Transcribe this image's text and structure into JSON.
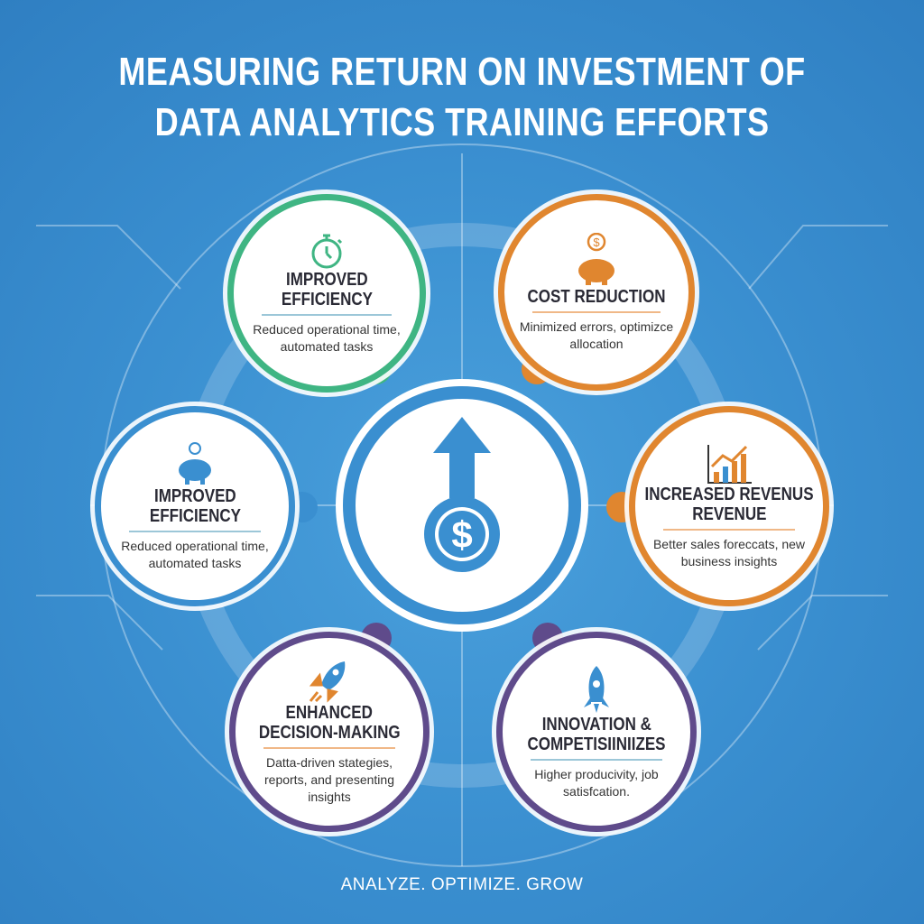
{
  "title_line1": "MEASURING RETURN ON INVESTMENT OF",
  "title_line2": "DATA ANALYTICS TRAINING EFFORTS",
  "colors": {
    "background": "#3a8fd0",
    "green": "#3fb583",
    "orange": "#e0862f",
    "blue": "#3a8fd0",
    "purple": "#5f4b8b"
  },
  "nodes": [
    {
      "icon": "stopwatch-icon",
      "heading1": "IMPROVED",
      "heading2": "EFFICIENCY",
      "desc": "Reduced operational time, automated tasks"
    },
    {
      "icon": "piggy-bank-coin-icon",
      "heading1": "COST REDUCTION",
      "heading2": "",
      "desc": "Minimized errors, optimizce allocation"
    },
    {
      "icon": "piggy-bank-icon",
      "heading1": "IMPROVED",
      "heading2": "EFFICIENCY",
      "desc": "Reduced operational time, automated tasks"
    },
    {
      "icon": "bar-chart-growth-icon",
      "heading1": "INCREASED REVENUS",
      "heading2": "REVENUE",
      "desc": "Better sales foreccats, new business insights"
    },
    {
      "icon": "rocket-icon",
      "heading1": "ENHANCED",
      "heading2": "DECISION-MAKING",
      "desc": "Datta-driven stategies, reports, and presenting insights"
    },
    {
      "icon": "rocket-icon",
      "heading1": "INNOVATION &",
      "heading2": "COMPETISIINIIZES",
      "desc": "Higher producivity, job satisfcation."
    }
  ],
  "center": {
    "icon": "dollar-up-arrow-icon"
  },
  "footer": "ANALYZE. OPTIMIZE. GROW"
}
